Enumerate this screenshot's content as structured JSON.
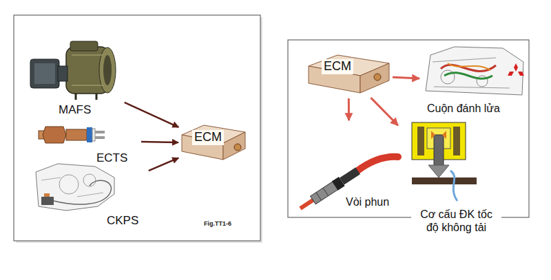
{
  "diagram": {
    "nodes": [
      {
        "text": [
          "MAFS"
        ]
      },
      {
        "text": [
          "ECTS"
        ]
      },
      {
        "text": [
          "CKPS"
        ]
      },
      {
        "text": [
          "ECM"
        ]
      },
      {
        "text": [
          "ECM"
        ]
      },
      {
        "text": [
          "Cuộn đánh lửa"
        ]
      },
      {
        "text": [
          "Vòi phun"
        ]
      },
      {
        "text": [
          "Cơ cấu ĐK tốc độ không tải"
        ]
      }
    ],
    "edges": [
      {
        "from": 0,
        "to": 3,
        "arrow": "to"
      },
      {
        "from": 1,
        "to": 3,
        "arrow": "to"
      },
      {
        "from": 2,
        "to": 3,
        "arrow": "to"
      },
      {
        "from": 4,
        "to": 5,
        "arrow": "to"
      },
      {
        "from": 4,
        "to": 6,
        "arrow": "to"
      },
      {
        "from": 4,
        "to": 7,
        "arrow": "to"
      }
    ],
    "labels": [
      "Fig.TT1-6"
    ]
  }
}
